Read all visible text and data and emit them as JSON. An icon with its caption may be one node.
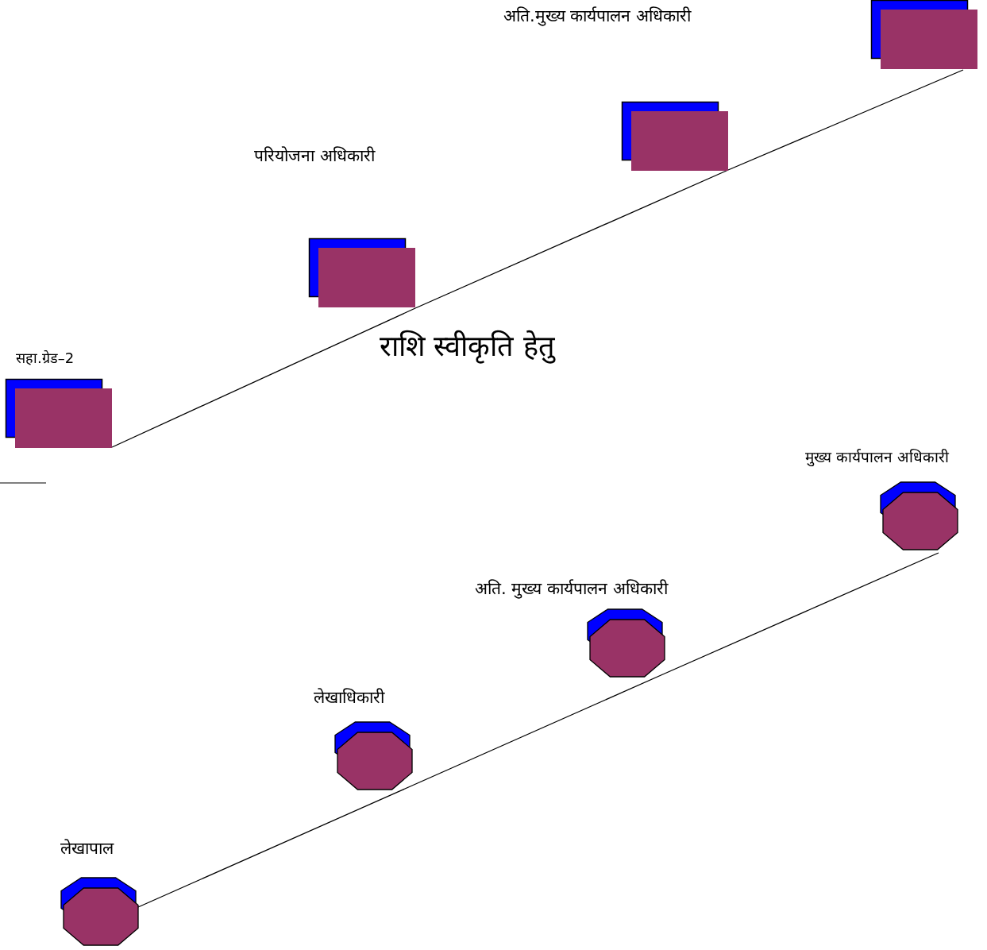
{
  "diagram": {
    "nodes": [
      {
        "text": [
          "सहा.ग्रेड–2"
        ]
      },
      {
        "text": [
          "परियोजना अधिकारी"
        ]
      },
      {
        "text": [
          "अति.मुख्य कार्यपालन अधिकारी"
        ]
      },
      {
        "text": [],
        "shape": "box"
      },
      {
        "text": [
          "लेखापाल"
        ]
      },
      {
        "text": [
          "लेखाधिकारी"
        ]
      },
      {
        "text": [
          "अति. मुख्य कार्यपालन अधिकारी"
        ]
      },
      {
        "text": [
          "मुख्य कार्यपालन अधिकारी"
        ]
      }
    ],
    "edges": [
      {
        "from": 0,
        "to": 1,
        "arrow": "none"
      },
      {
        "from": 1,
        "to": 2,
        "arrow": "none"
      },
      {
        "from": 2,
        "to": 3,
        "arrow": "none"
      },
      {
        "from": 4,
        "to": 5,
        "arrow": "none"
      },
      {
        "from": 5,
        "to": 6,
        "arrow": "none"
      },
      {
        "from": 6,
        "to": 7,
        "arrow": "none"
      }
    ],
    "labels": [
      "राशि स्वीकृति हेतु"
    ]
  }
}
